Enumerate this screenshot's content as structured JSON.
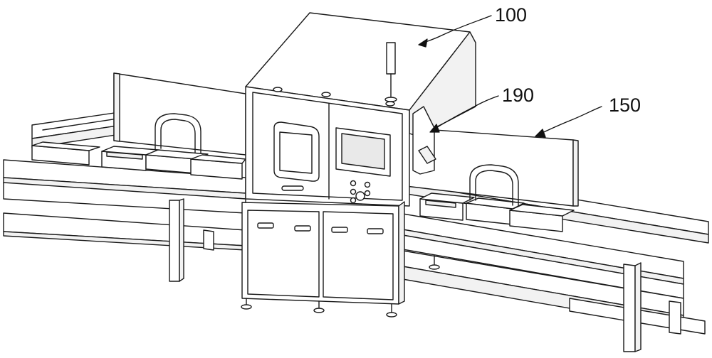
{
  "figure": {
    "labels": {
      "machine_housing": "100",
      "clamp_column": "190",
      "side_guard": "150"
    }
  },
  "colors": {
    "line": "#1a1a1a",
    "fill": "#ffffff",
    "shade": "#f2f2f2",
    "screen": "#e9e9e9"
  }
}
